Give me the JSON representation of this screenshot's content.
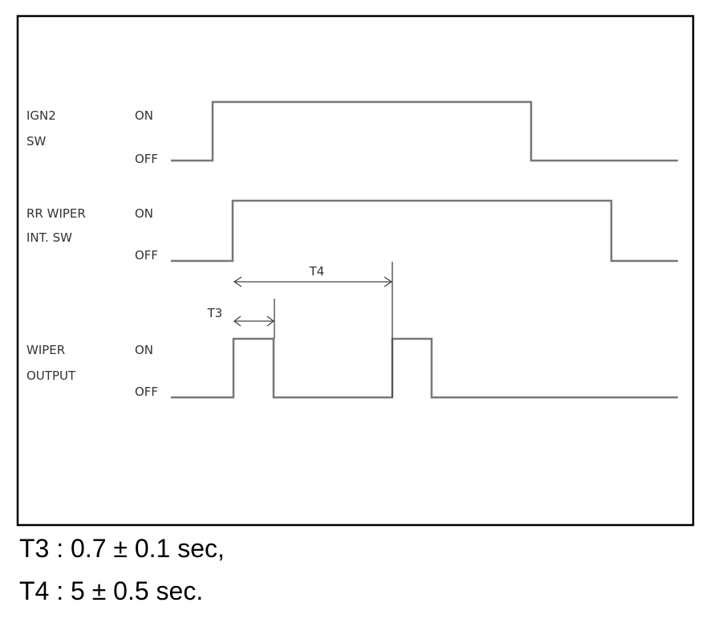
{
  "signals": [
    {
      "name_lines": [
        "IGN2",
        "SW"
      ],
      "on_label": "ON",
      "off_label": "OFF"
    },
    {
      "name_lines": [
        "RR WIPER",
        "INT. SW"
      ],
      "on_label": "ON",
      "off_label": "OFF"
    },
    {
      "name_lines": [
        "WIPER",
        "OUTPUT"
      ],
      "on_label": "ON",
      "off_label": "OFF"
    }
  ],
  "intervals": {
    "t3_label": "T3",
    "t4_label": "T4"
  },
  "notes": {
    "t3": "T3 : 0.7 ± 0.1 sec,",
    "t4": "T4 : 5 ± 0.5 sec."
  },
  "colors": {
    "frame": "#000000",
    "trace": "#777777",
    "text": "#333333"
  }
}
